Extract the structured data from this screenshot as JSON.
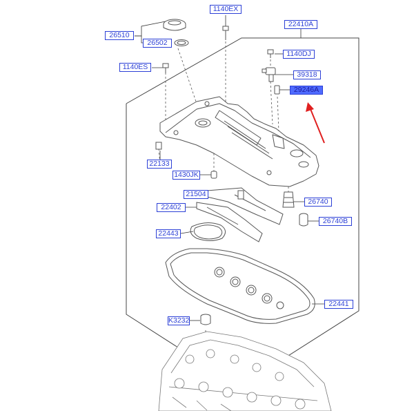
{
  "diagram": {
    "labels": {
      "l_1140EX": "1140EX",
      "l_22410A": "22410A",
      "l_26510": "26510",
      "l_26502": "26502",
      "l_1140DJ": "1140DJ",
      "l_1140ES": "1140ES",
      "l_39318": "39318",
      "l_29246A": "29246A",
      "l_22133": "22133",
      "l_1430JK": "1430JK",
      "l_21504": "21504",
      "l_26740": "26740",
      "l_22402": "22402",
      "l_26740B": "26740B",
      "l_22443": "22443",
      "l_22441": "22441",
      "l_K3232": "K3232"
    },
    "highlighted": "29246A",
    "colors": {
      "label_border": "#2b3fd6",
      "label_text": "#2b3fd6",
      "highlight_fill": "#4f6bff",
      "arrow": "#e02020",
      "line_art": "#555555",
      "leader": "#333333"
    }
  }
}
